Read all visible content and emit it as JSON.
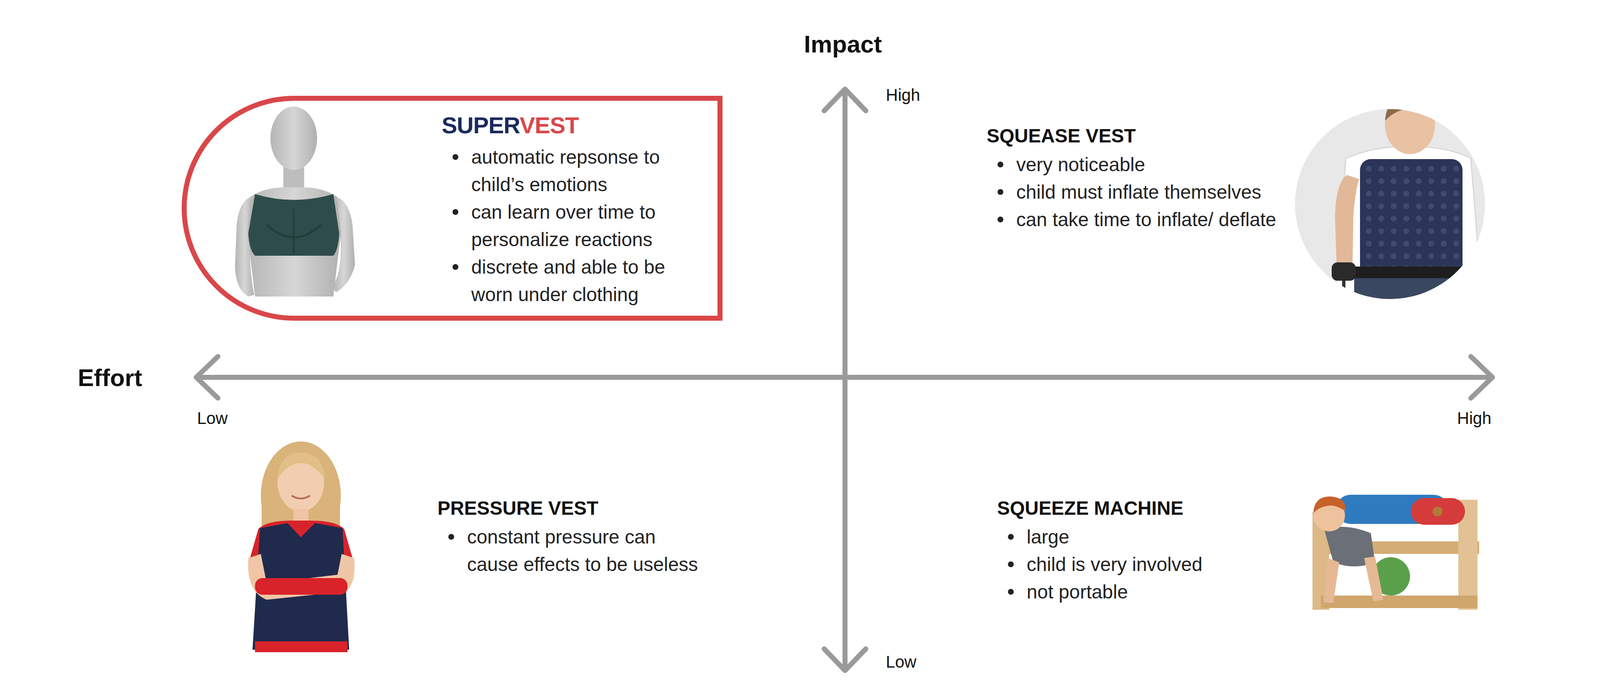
{
  "diagram": {
    "nodes": [
      {
        "text": [
          "SUPERVEST",
          "automatic repsonse to child’s emotions",
          "can learn over time to personalize reactions",
          "discrete and able to be worn under clothing"
        ]
      },
      {
        "text": [
          "SQUEASE VEST",
          "very noticeable",
          "child must inflate themselves",
          "can take time to inflate/ deflate"
        ]
      },
      {
        "text": [
          "PRESSURE VEST",
          "constant pressure can cause effects to be useless"
        ]
      },
      {
        "text": [
          "SQUEEZE MACHINE",
          "large",
          "child is very involved",
          "not portable"
        ]
      }
    ],
    "labels": [
      "Impact",
      "High",
      "Effort",
      "Low",
      "High",
      "Low"
    ]
  }
}
